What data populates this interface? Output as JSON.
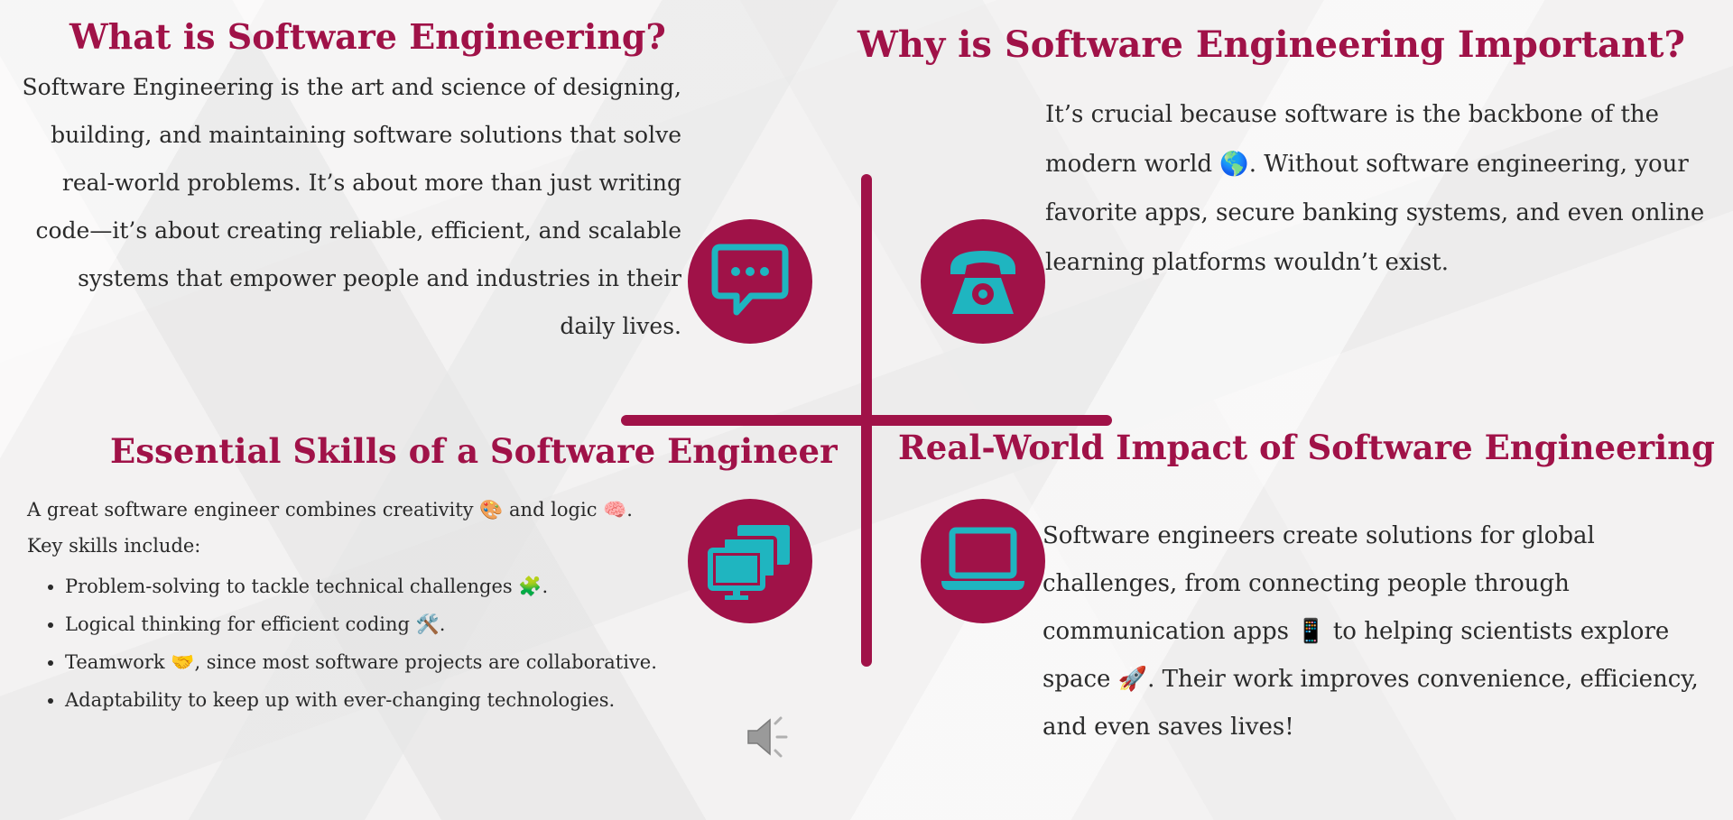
{
  "sections": {
    "what": {
      "title": "What is Software Engineering?",
      "body": "Software Engineering is the art and science of designing, building, and maintaining software solutions that solve real-world problems. It’s about more than just writing code—it’s about creating reliable, efficient, and scalable systems that empower people and industries in their daily lives."
    },
    "why": {
      "title": "Why is Software Engineering Important?",
      "body": "It’s crucial because software is the backbone of the modern world 🌎. Without software engineering, your favorite apps, secure banking systems, and even online learning platforms wouldn’t exist."
    },
    "skills": {
      "title": "Essential Skills of a Software Engineer",
      "intro": "A great software engineer combines creativity 🎨 and logic 🧠.",
      "key_label": "Key skills include:",
      "items": [
        "Problem-solving to tackle technical challenges 🧩.",
        "Logical thinking for efficient coding 🛠️.",
        "Teamwork 🤝, since most software projects are collaborative.",
        "Adaptability to keep up with ever-changing technologies."
      ]
    },
    "impact": {
      "title": "Real-World Impact of Software Engineering",
      "body": "Software engineers create solutions for global challenges, from connecting people through communication apps 📱 to helping scientists explore space 🚀. Their work improves convenience, efficiency, and even saves lives!"
    }
  },
  "icons": {
    "chat": "chat-bubble-icon",
    "phone": "telephone-icon",
    "monitors": "monitors-icon",
    "laptop": "laptop-icon",
    "audio": "speaker-icon"
  },
  "colors": {
    "accent": "#a01248",
    "icon": "#1fb5c0"
  }
}
